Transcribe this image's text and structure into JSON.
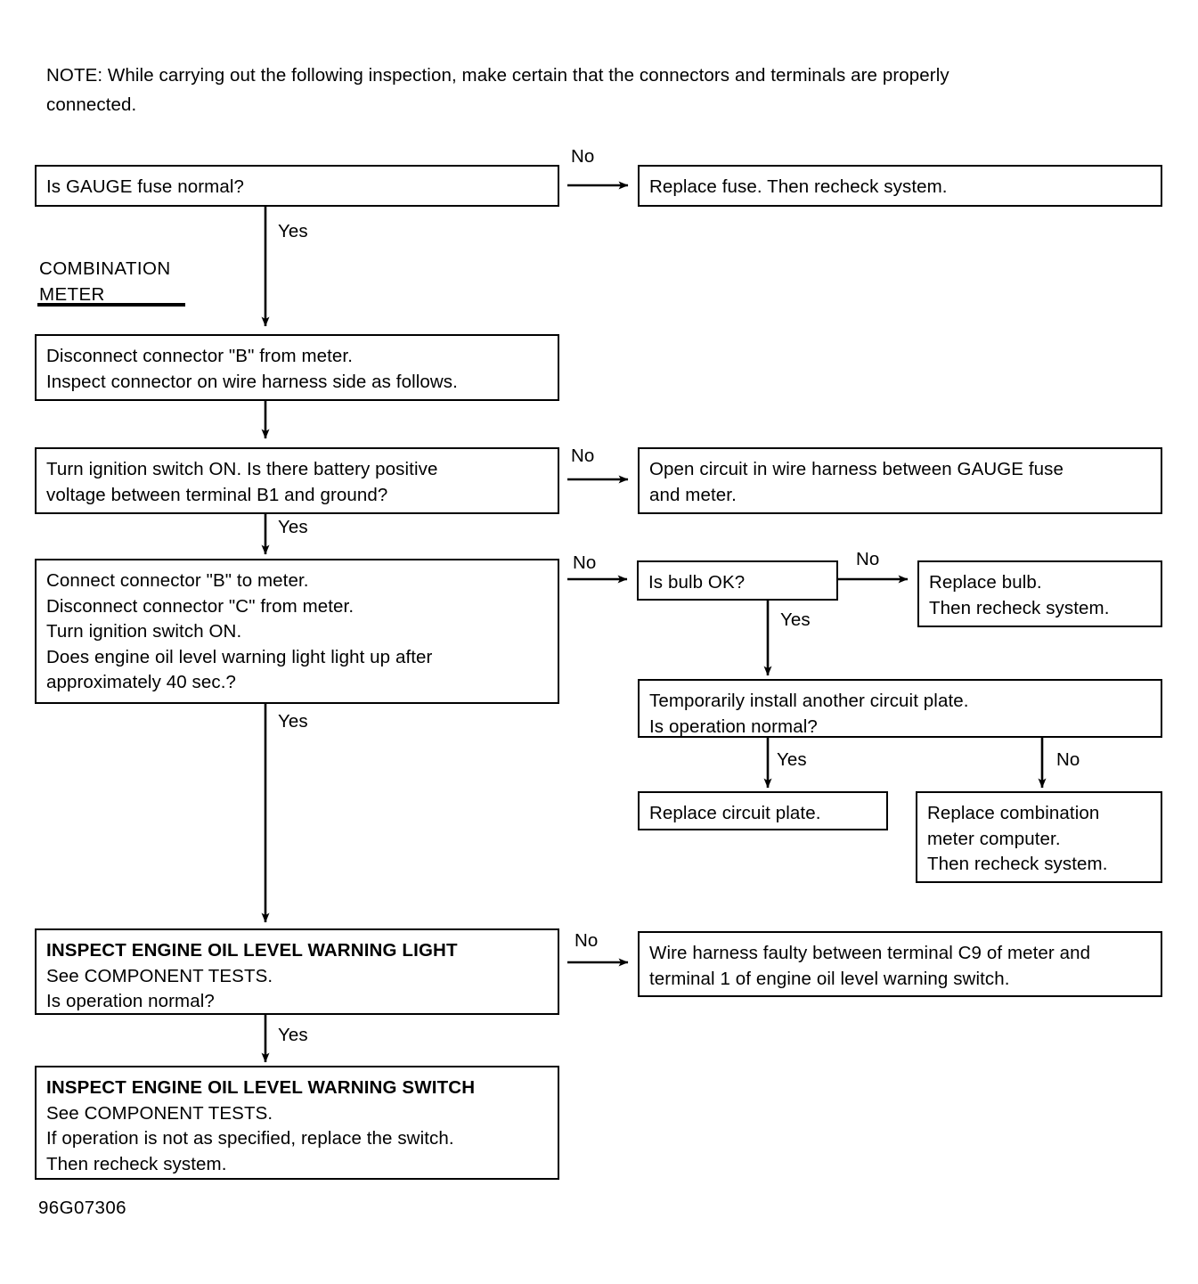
{
  "figure": {
    "id": "96G07306",
    "note_label": "NOTE:",
    "note_text": "While carrying out the following inspection, make certain that the connectors and terminals are properly connected.",
    "note_line1": "NOTE:  While carrying out the following inspection, make certain that the connectors and terminals are properly",
    "note_line2": "connected.",
    "section_heading_line1": "COMBINATION",
    "section_heading_line2": "METER"
  },
  "chart_data": {
    "type": "diagram",
    "title": "Engine Oil Level Warning Light Diagnostic Flowchart",
    "nodes": [
      {
        "id": "n1",
        "lines": [
          "Is GAUGE fuse normal?"
        ]
      },
      {
        "id": "n2",
        "lines": [
          "Replace fuse. Then recheck system."
        ]
      },
      {
        "id": "n3",
        "lines": [
          "Disconnect connector \"B\" from meter.",
          "Inspect connector on wire harness side as follows."
        ]
      },
      {
        "id": "n4",
        "lines": [
          "Turn ignition switch ON. Is there battery positive",
          "voltage between terminal B1 and ground?"
        ]
      },
      {
        "id": "n5",
        "lines": [
          "Open circuit in wire harness between GAUGE fuse",
          "and meter."
        ]
      },
      {
        "id": "n6",
        "lines": [
          "Connect connector \"B\" to meter.",
          "Disconnect connector \"C\" from meter.",
          "Turn ignition switch ON.",
          "Does engine oil level warning light light up after",
          "approximately 40 sec.?"
        ]
      },
      {
        "id": "n7",
        "lines": [
          "Is bulb OK?"
        ]
      },
      {
        "id": "n8",
        "lines": [
          "Replace bulb.",
          "Then recheck system."
        ]
      },
      {
        "id": "n9",
        "lines": [
          "Temporarily install another circuit plate.",
          "Is operation normal?"
        ]
      },
      {
        "id": "n10",
        "lines": [
          "Replace circuit plate."
        ]
      },
      {
        "id": "n11",
        "lines": [
          "Replace combination",
          "meter computer.",
          "Then recheck system."
        ]
      },
      {
        "id": "n12",
        "lines": [
          "INSPECT ENGINE OIL LEVEL WARNING LIGHT",
          "See COMPONENT TESTS.",
          "Is operation normal?"
        ],
        "bold_lines": [
          0
        ]
      },
      {
        "id": "n13",
        "lines": [
          "Wire harness faulty between terminal C9 of meter and",
          "terminal 1 of engine oil level warning switch."
        ]
      },
      {
        "id": "n14",
        "lines": [
          "INSPECT ENGINE OIL LEVEL WARNING SWITCH",
          "See COMPONENT TESTS.",
          "If operation is not as specified, replace the switch.",
          "Then recheck system."
        ],
        "bold_lines": [
          0
        ]
      }
    ],
    "edges": [
      {
        "from": "n1",
        "to": "n2",
        "label": "No"
      },
      {
        "from": "n1",
        "to": "n3",
        "label": "Yes"
      },
      {
        "from": "n3",
        "to": "n4",
        "label": ""
      },
      {
        "from": "n4",
        "to": "n5",
        "label": "No"
      },
      {
        "from": "n4",
        "to": "n6",
        "label": "Yes"
      },
      {
        "from": "n6",
        "to": "n7",
        "label": "No"
      },
      {
        "from": "n7",
        "to": "n8",
        "label": "No"
      },
      {
        "from": "n7",
        "to": "n9",
        "label": "Yes"
      },
      {
        "from": "n9",
        "to": "n10",
        "label": "Yes"
      },
      {
        "from": "n9",
        "to": "n11",
        "label": "No"
      },
      {
        "from": "n6",
        "to": "n12",
        "label": "Yes"
      },
      {
        "from": "n12",
        "to": "n13",
        "label": "No"
      },
      {
        "from": "n12",
        "to": "n14",
        "label": "Yes"
      }
    ]
  },
  "boxes": {
    "b1": {
      "l1": "Is GAUGE fuse normal?"
    },
    "b2": {
      "l1": "Replace fuse. Then recheck system."
    },
    "b3": {
      "l1": "Disconnect connector \"B\" from meter.",
      "l2": "Inspect connector on wire harness side as follows."
    },
    "b4": {
      "l1": "Turn ignition switch ON. Is there battery positive",
      "l2": "voltage between terminal B1 and ground?"
    },
    "b5": {
      "l1": "Open circuit in wire harness between GAUGE fuse",
      "l2": "and meter."
    },
    "b6": {
      "l1": "Connect connector \"B\" to meter.",
      "l2": "Disconnect connector \"C\" from meter.",
      "l3": "Turn ignition switch ON.",
      "l4": "Does engine oil level warning light light up after",
      "l5": "approximately 40 sec.?"
    },
    "b7": {
      "l1": "Is bulb OK?"
    },
    "b8": {
      "l1": "Replace bulb.",
      "l2": "Then recheck system."
    },
    "b9": {
      "l1": "Temporarily install another circuit plate.",
      "l2": "Is operation normal?"
    },
    "b10": {
      "l1": "Replace circuit plate."
    },
    "b11": {
      "l1": "Replace combination",
      "l2": "meter computer.",
      "l3": "Then recheck system."
    },
    "b12": {
      "l1": "INSPECT ENGINE OIL LEVEL WARNING LIGHT",
      "l2": "See COMPONENT TESTS.",
      "l3": "Is operation normal?"
    },
    "b13": {
      "l1": "Wire harness faulty between terminal C9 of meter and",
      "l2": "terminal 1 of engine oil level warning switch."
    },
    "b14": {
      "l1": "INSPECT ENGINE OIL LEVEL WARNING SWITCH",
      "l2": "See COMPONENT TESTS.",
      "l3": "If operation is not as specified, replace the switch.",
      "l4": "Then recheck system."
    }
  },
  "labels": {
    "no1": "No",
    "yes1": "Yes",
    "no2": "No",
    "yes2": "Yes",
    "no3": "No",
    "no4": "No",
    "yes3": "Yes",
    "yes4": "Yes",
    "no5": "No",
    "yes5": "Yes",
    "no6": "No",
    "yes6": "Yes"
  }
}
